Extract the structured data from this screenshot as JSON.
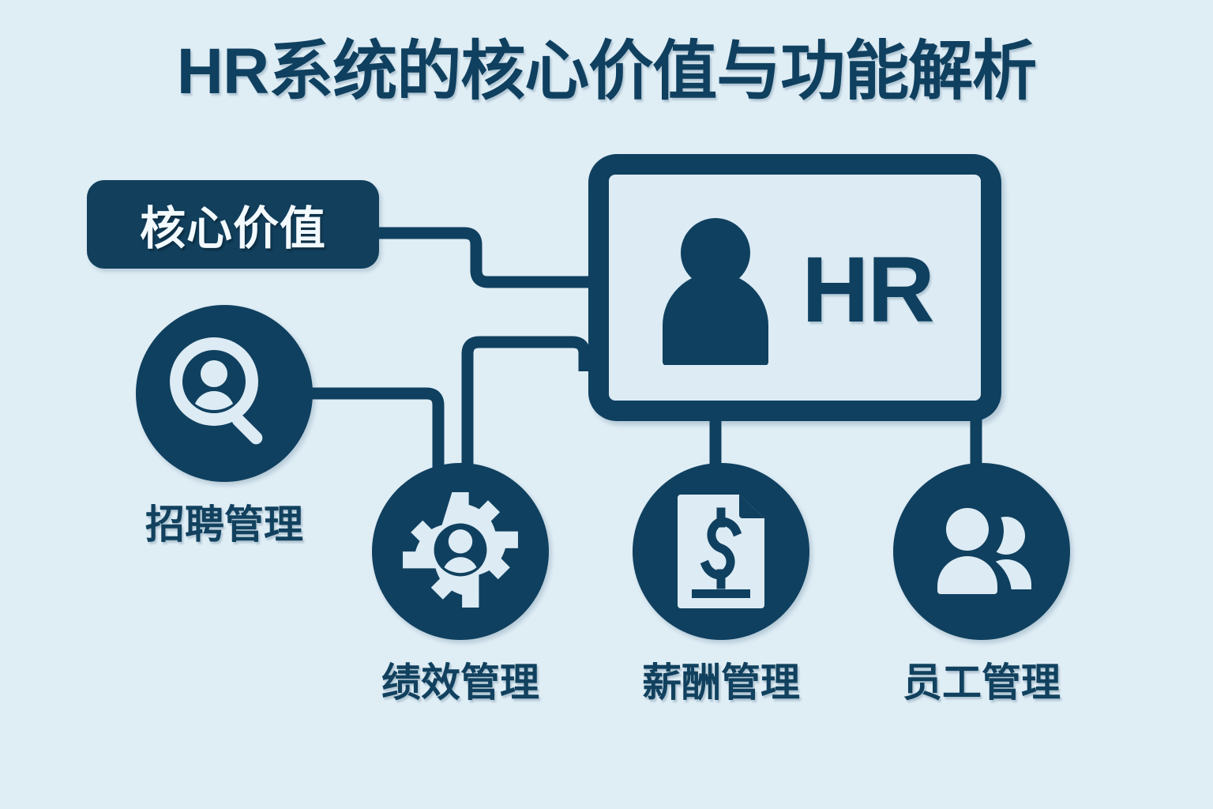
{
  "meta": {
    "background_color": "#dfedf5",
    "accent_color": "#10405f",
    "light_color": "#dcebf4"
  },
  "header": {
    "title": "HR系统的核心价值与功能解析"
  },
  "core_value_pill": {
    "label": "核心价值"
  },
  "center_card": {
    "label": "HR",
    "avatar_icon": "user-avatar-icon",
    "card_icon": "id-card-icon"
  },
  "nodes": [
    {
      "id": "recruit",
      "label": "招聘管理",
      "icon": "candidate-search-icon"
    },
    {
      "id": "performance",
      "label": "绩效管理",
      "icon": "gear-person-icon"
    },
    {
      "id": "salary",
      "label": "薪酬管理",
      "icon": "payslip-dollar-icon"
    },
    {
      "id": "staff",
      "label": "员工管理",
      "icon": "people-group-icon"
    }
  ],
  "connectors": [
    {
      "id": "pill-to-card",
      "from": "核心价值",
      "to": "HR"
    },
    {
      "id": "recruit-to-perf",
      "from": "招聘管理",
      "to": "绩效管理"
    },
    {
      "id": "perf-to-card",
      "from": "绩效管理",
      "to": "HR"
    },
    {
      "id": "card-to-salary",
      "from": "HR",
      "to": "薪酬管理"
    },
    {
      "id": "card-to-staff",
      "from": "HR",
      "to": "员工管理"
    }
  ]
}
